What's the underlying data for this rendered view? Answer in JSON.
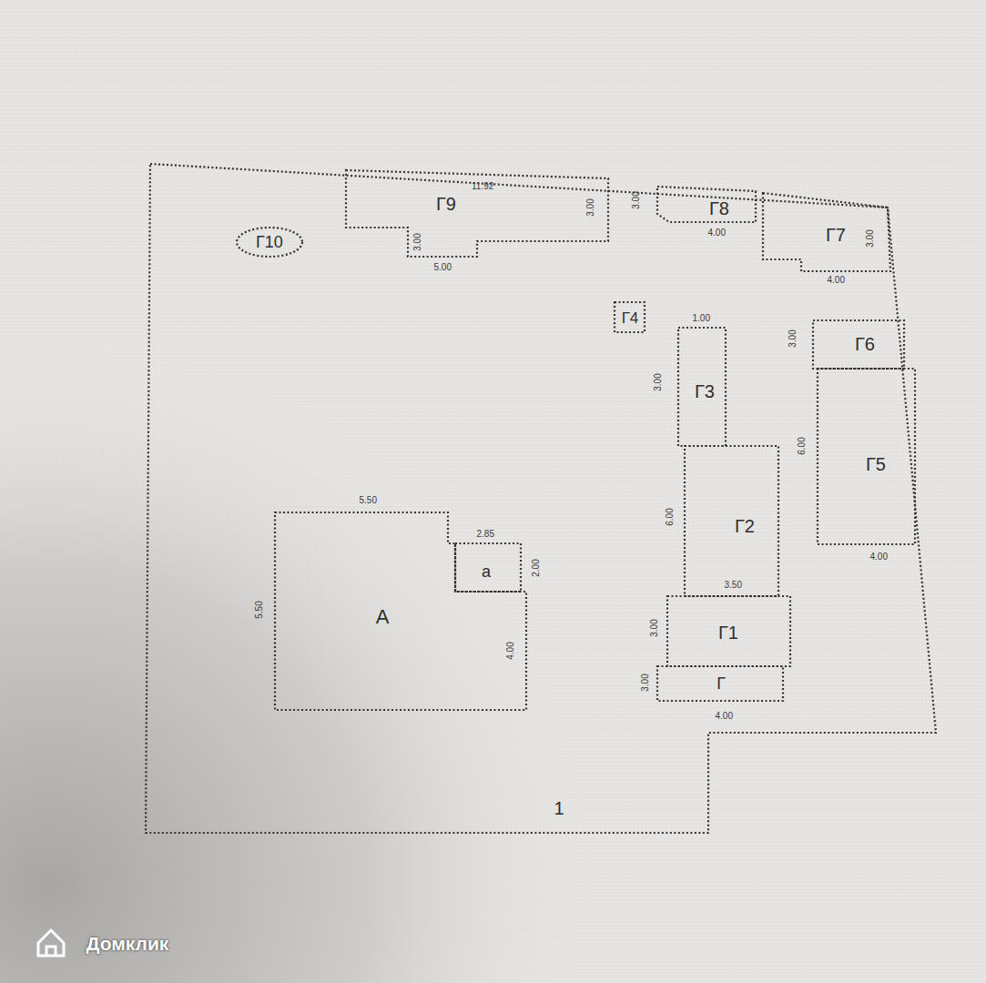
{
  "diagram": {
    "nodes": [
      {
        "text": [
          "1"
        ]
      },
      {
        "text": [
          "Г10"
        ],
        "in": 0
      },
      {
        "text": [
          "Г9"
        ],
        "in": 0
      },
      {
        "text": [
          "Г8"
        ],
        "in": 0
      },
      {
        "text": [
          "Г7"
        ],
        "in": 0
      },
      {
        "text": [
          "Г4"
        ],
        "in": 0
      },
      {
        "text": [
          "Г3"
        ],
        "in": 0
      },
      {
        "text": [
          "Г6"
        ],
        "in": 0
      },
      {
        "text": [
          "Г5"
        ],
        "in": 0
      },
      {
        "text": [
          "А"
        ],
        "in": 0
      },
      {
        "text": [
          "а"
        ],
        "in": 0
      },
      {
        "text": [
          "Г2"
        ],
        "in": 0
      },
      {
        "text": [
          "Г1"
        ],
        "in": 0
      },
      {
        "text": [
          "Г"
        ],
        "in": 0
      }
    ],
    "labels": [
      "11.92",
      "3.00",
      "3.00",
      "5.00",
      "3.00",
      "4.00",
      "3.00",
      "4.00",
      "1.00",
      "3.00",
      "3.00",
      "6.00",
      "6.00",
      "4.00",
      "3.50",
      "3.00",
      "3.00",
      "4.00",
      "5.50",
      "2.85",
      "2.00",
      "5.50",
      "4.00",
      "Домклик"
    ]
  }
}
